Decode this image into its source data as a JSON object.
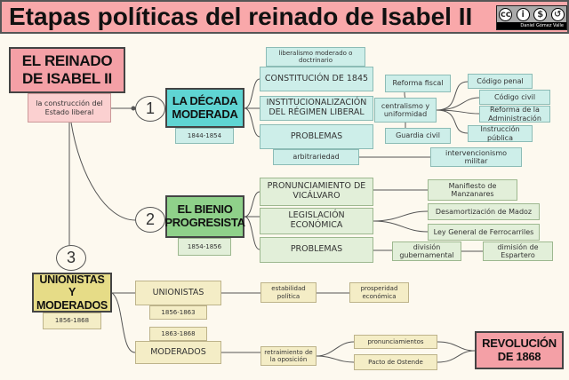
{
  "title": "Etapas políticas del reinado de Isabel II",
  "license": {
    "icons": [
      "cc",
      "by",
      "nc",
      "sa"
    ],
    "author": "Daniel Gómez Valle"
  },
  "root": {
    "title": "EL REINADO DE ISABEL II",
    "subtitle": "la construcción del Estado liberal"
  },
  "stage1": {
    "number": "1",
    "title": "LA DÉCADA MODERADA",
    "dates": "1844-1854",
    "color": "#5fd5d3",
    "liberalismo": "liberalismo moderado o doctrinario",
    "constitucion": "CONSTITUCIÓN DE 1845",
    "institucionalizacion": "INSTITUCIONALIZACIÓN DEL RÉGIMEN LIBERAL",
    "problemas": "PROBLEMAS",
    "arbitrariedad": "arbitrariedad",
    "intervencionismo": "intervencionismo militar",
    "reforma_fiscal": "Reforma fiscal",
    "centralismo": "centralismo y uniformidad",
    "guardia_civil": "Guardia civil",
    "codigo_penal": "Código penal",
    "codigo_civil": "Código civil",
    "reforma_admin": "Reforma de la Administración",
    "instruccion": "Instrucción pública"
  },
  "stage2": {
    "number": "2",
    "title": "EL BIENIO PROGRESISTA",
    "dates": "1854-1856",
    "color": "#8fd18a",
    "pronunciamiento": "PRONUNCIAMIENTO DE VICÁLVARO",
    "manifiesto": "Manifiesto de Manzanares",
    "legislacion": "LEGISLACIÓN ECONÓMICA",
    "desamortizacion": "Desamortización de Madoz",
    "ferrocarriles": "Ley General de Ferrocarriles",
    "problemas": "PROBLEMAS",
    "division": "división gubernamental",
    "dimision": "dimisión de Espartero"
  },
  "stage3": {
    "number": "3",
    "title": "UNIONISTAS Y MODERADOS",
    "dates": "1856-1868",
    "color": "#e6dc87",
    "unionistas": "UNIONISTAS",
    "unionistas_dates": "1856-1863",
    "moderados_dates": "1863-1868",
    "moderados": "MODERADOS",
    "estabilidad": "estabilidad política",
    "prosperidad": "prosperidad económica",
    "retraimiento": "retraimiento de la oposición",
    "pronunciamientos": "pronunciamientos",
    "ostende": "Pacto de Ostende",
    "revolucion": "REVOLUCIÓN DE 1868"
  }
}
